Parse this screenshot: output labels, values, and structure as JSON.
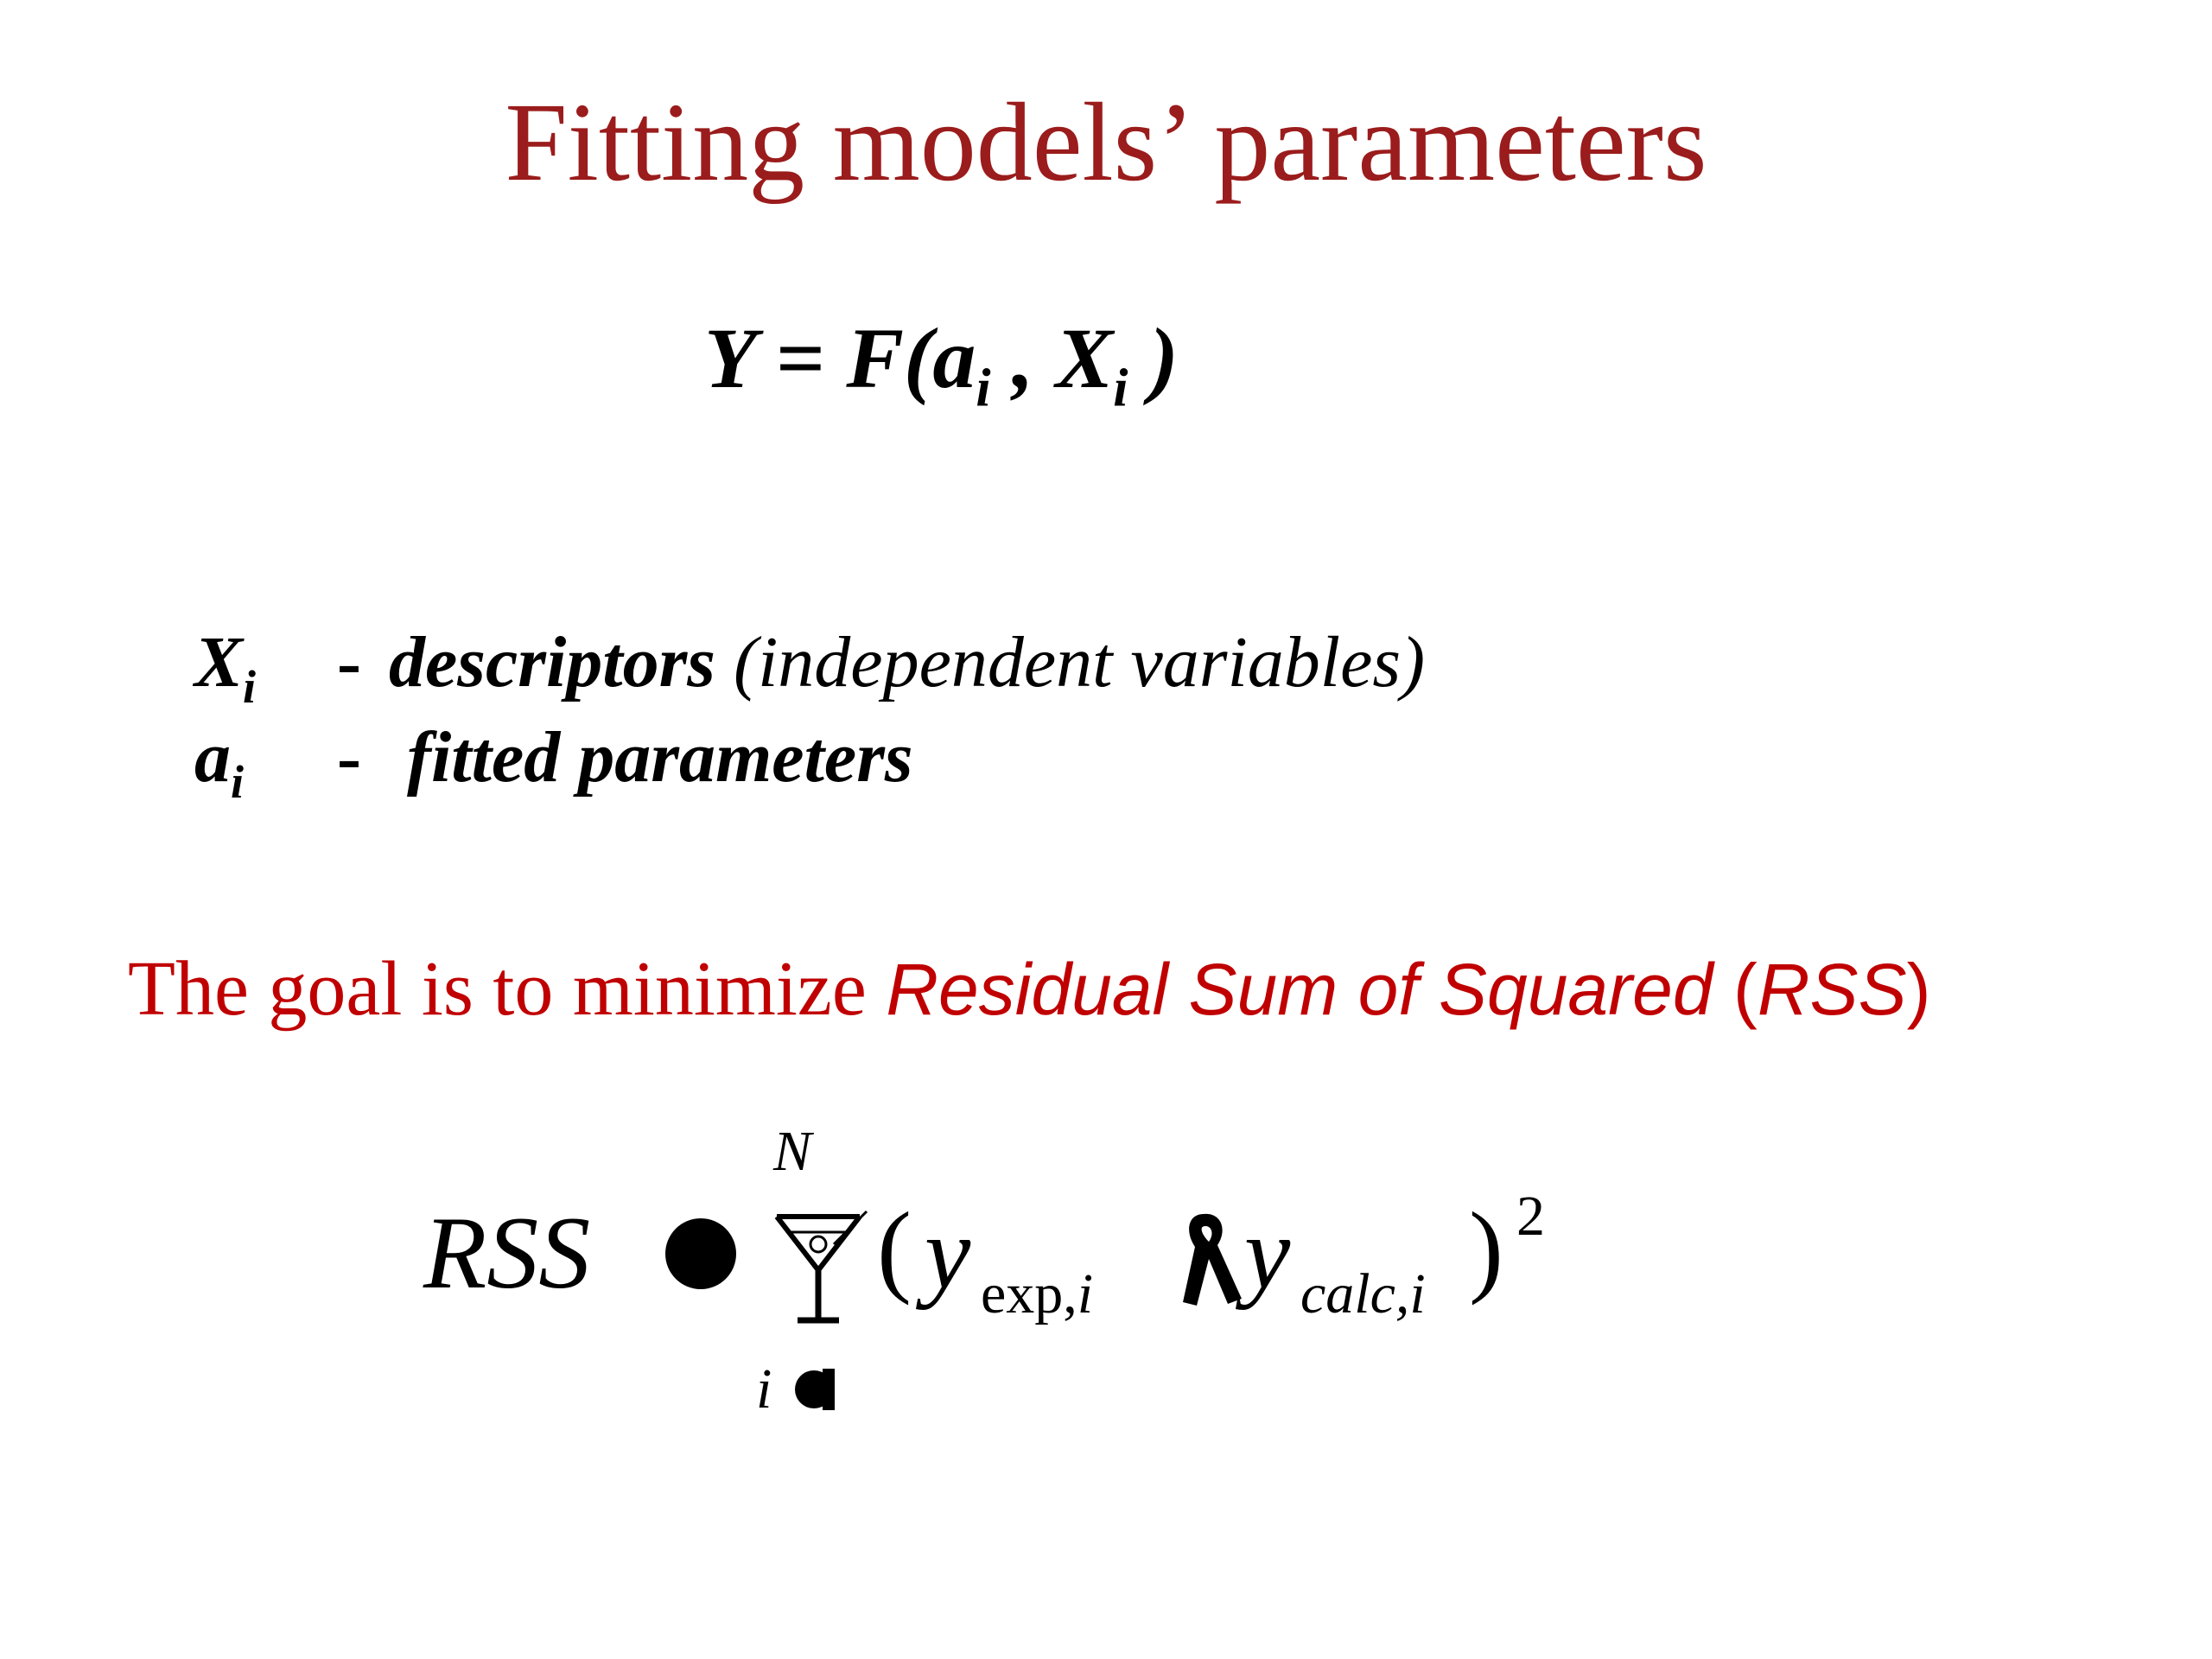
{
  "title": "Fitting models’ parameters",
  "model_equation": {
    "lhs": "Y = F(a",
    "sub1": "i",
    "mid": " , X",
    "sub2": "i",
    "rhs": " )"
  },
  "definitions": [
    {
      "symbol": "X",
      "subscript": "i",
      "dash": "-",
      "term": "descriptors",
      "note": " (independent variables)"
    },
    {
      "symbol": "a",
      "subscript": "i",
      "dash": "-",
      "term": " fitted parameters",
      "note": ""
    }
  ],
  "goal": {
    "prefix": "The goal is to minimize ",
    "emphasis": "Residual Sum of Squared",
    "paren_open": " (",
    "abbr": "RSS",
    "paren_close": ")"
  },
  "rss_formula": {
    "lhs": "RSS",
    "sum_upper": "N",
    "sum_lower": "i",
    "paren_open": "(",
    "y_exp": "y",
    "y_exp_sub_a": "exp,",
    "y_exp_sub_b": "i",
    "y_calc": "y",
    "y_calc_sub": "calc,i",
    "paren_close": ")",
    "power": "2"
  },
  "colors": {
    "title": "#9b1c1c",
    "goal": "#c00000",
    "text": "#000000"
  }
}
